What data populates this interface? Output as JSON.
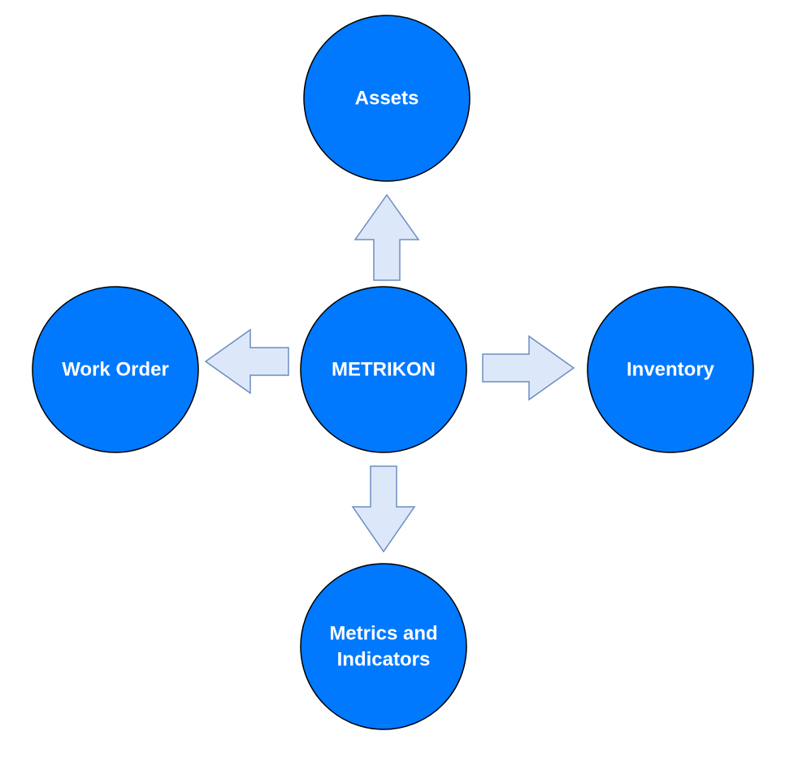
{
  "diagram": {
    "colors": {
      "node_fill": "#0079FF",
      "node_stroke": "#000000",
      "arrow_fill": "#DCE8FA",
      "arrow_stroke": "#6C8EBF",
      "label": "#FFFFFF"
    },
    "center": {
      "label": "METRIKON"
    },
    "nodes": {
      "assets": {
        "label": "Assets"
      },
      "work_order": {
        "label": "Work Order"
      },
      "inventory": {
        "label": "Inventory"
      },
      "metrics": {
        "line1": "Metrics and",
        "line2": "Indicators"
      }
    }
  }
}
